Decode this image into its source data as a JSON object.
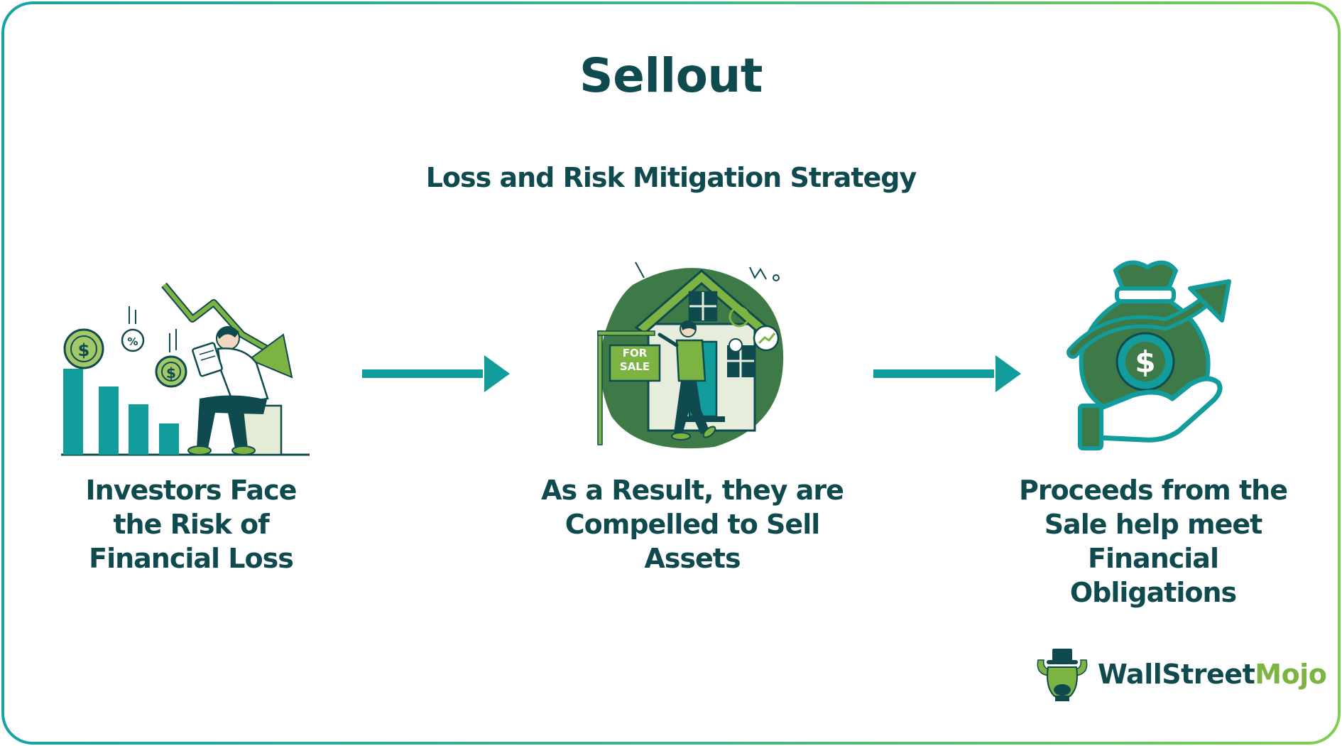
{
  "title": "Sellout",
  "subtitle": "Loss and Risk Mitigation Strategy",
  "steps": [
    {
      "label_lines": [
        "Investors Face",
        "the Risk of",
        "Financial Loss"
      ],
      "icon": "falling-stock-chart-icon"
    },
    {
      "label_lines": [
        "As a Result, they are",
        "Compelled to Sell",
        "Assets"
      ],
      "icon": "house-for-sale-icon",
      "sign_lines": [
        "FOR",
        "SALE"
      ]
    },
    {
      "label_lines": [
        "Proceeds from the",
        "Sale help meet",
        "Financial",
        "Obligations"
      ],
      "icon": "money-bag-hand-icon"
    }
  ],
  "brand": {
    "part1": "WallStreet",
    "part2": "Mojo"
  },
  "colors": {
    "teal": "#139c9c",
    "dark": "#0f4a4f",
    "green": "#7cb342",
    "forest": "#3d7a48"
  }
}
